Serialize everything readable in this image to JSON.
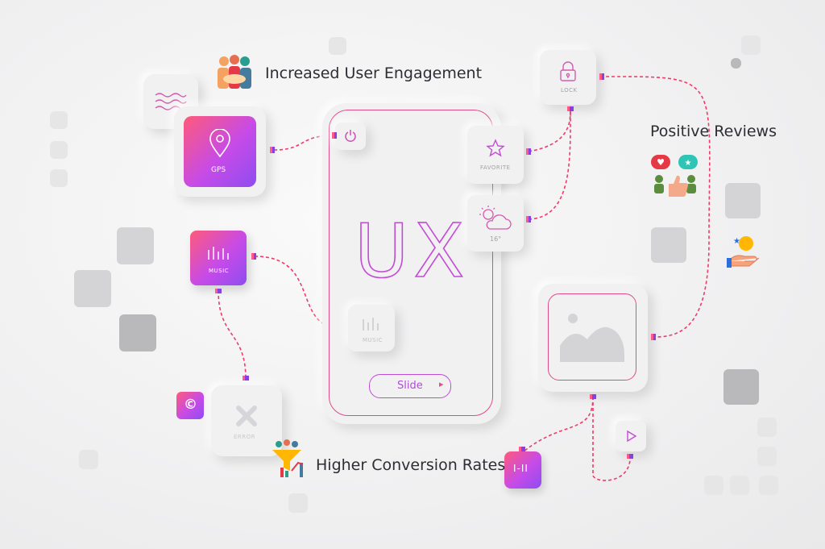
{
  "headings": {
    "engagement": "Increased User Engagement",
    "reviews": "Positive Reviews",
    "conversion": "Higher Conversion Rates"
  },
  "phone": {
    "ux_text": "UX",
    "slide_label": "Slide",
    "music_label": "MUSIC"
  },
  "widgets": {
    "gps_label": "GPS",
    "music_label": "MUSIC",
    "favorite_label": "FAVORITE",
    "weather_temp": "16°",
    "lock_label": "LOCK",
    "error_label": "ERROR"
  },
  "icons": [
    "waves-icon",
    "location-pin-icon",
    "power-icon",
    "star-icon",
    "weather-icon",
    "lock-icon",
    "image-icon",
    "play-icon",
    "equalizer-icon",
    "close-icon",
    "copyright-icon",
    "skip-icon",
    "team-icon",
    "reviews-icon",
    "rating-hand-icon",
    "funnel-chart-icon"
  ],
  "colors": {
    "accent_pink": "#ff5a7a",
    "accent_purple": "#8e4cf0",
    "connector_line": "#ef3b6a",
    "background": "#f0f0f1"
  }
}
